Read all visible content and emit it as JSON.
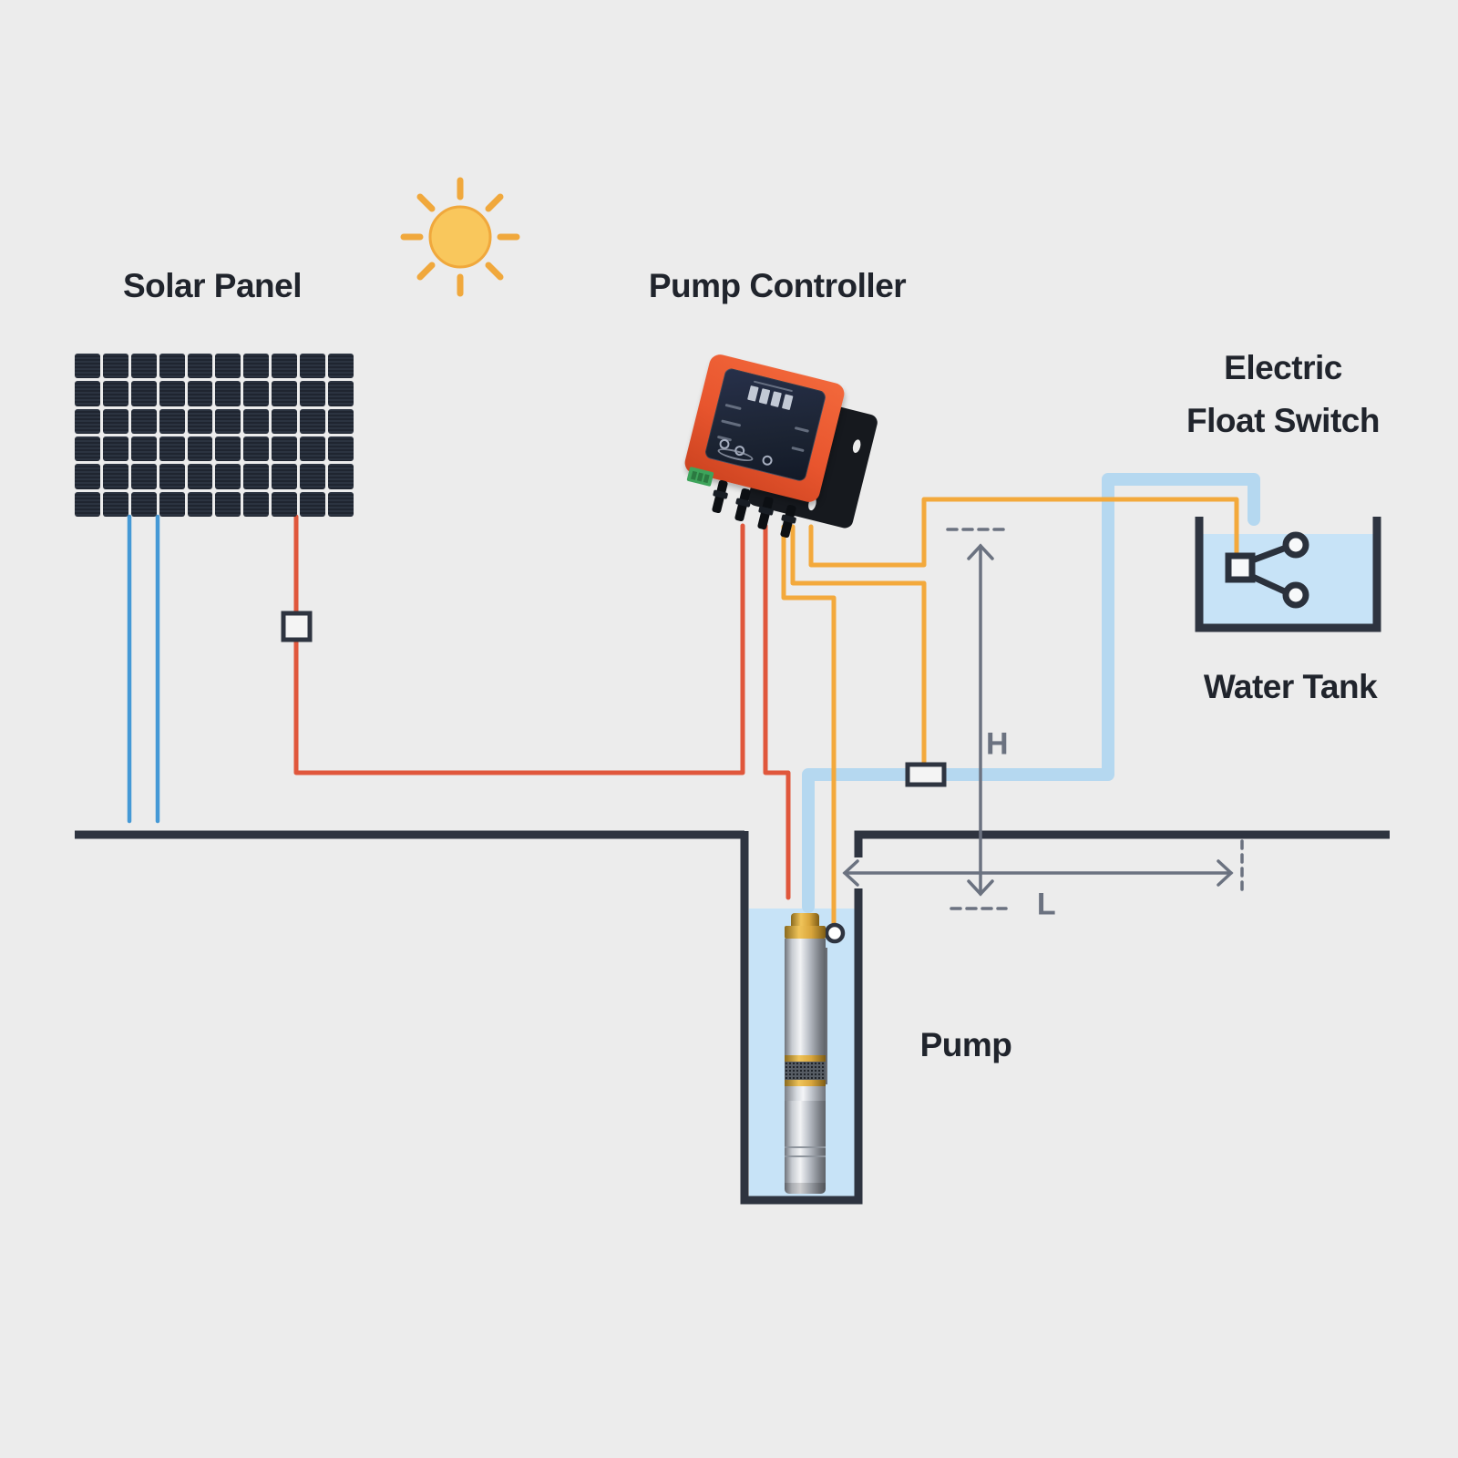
{
  "labels": {
    "solar_panel": "Solar Panel",
    "pump_controller": "Pump Controller",
    "float_switch_line1": "Electric",
    "float_switch_line2": "Float Switch",
    "water_tank": "Water Tank",
    "pump": "Pump",
    "dim_height": "H",
    "dim_length": "L"
  },
  "colors": {
    "background": "#ECECEC",
    "text_dark": "#20242C",
    "line_dark": "#2E3440",
    "dim_gray": "#6B7280",
    "wire_red": "#E0573C",
    "wire_yellow": "#F3A93C",
    "wire_blue": "#4599D6",
    "pipe_blue": "#B5D8F0",
    "water_light": "#C7E3F7",
    "sun_fill": "#F9C75C",
    "sun_stroke": "#F0A83C",
    "panel_cell_a": "#2B3340",
    "panel_cell_b": "#1F2530",
    "controller_orange": "#E8552E",
    "controller_screen": "#1C2433"
  },
  "icons": {
    "sun": "sun-icon",
    "float_switch": "float-switch-icon",
    "solar_panel": "solar-panel-graphic",
    "controller": "pump-controller-graphic",
    "pump": "submersible-pump-graphic"
  }
}
